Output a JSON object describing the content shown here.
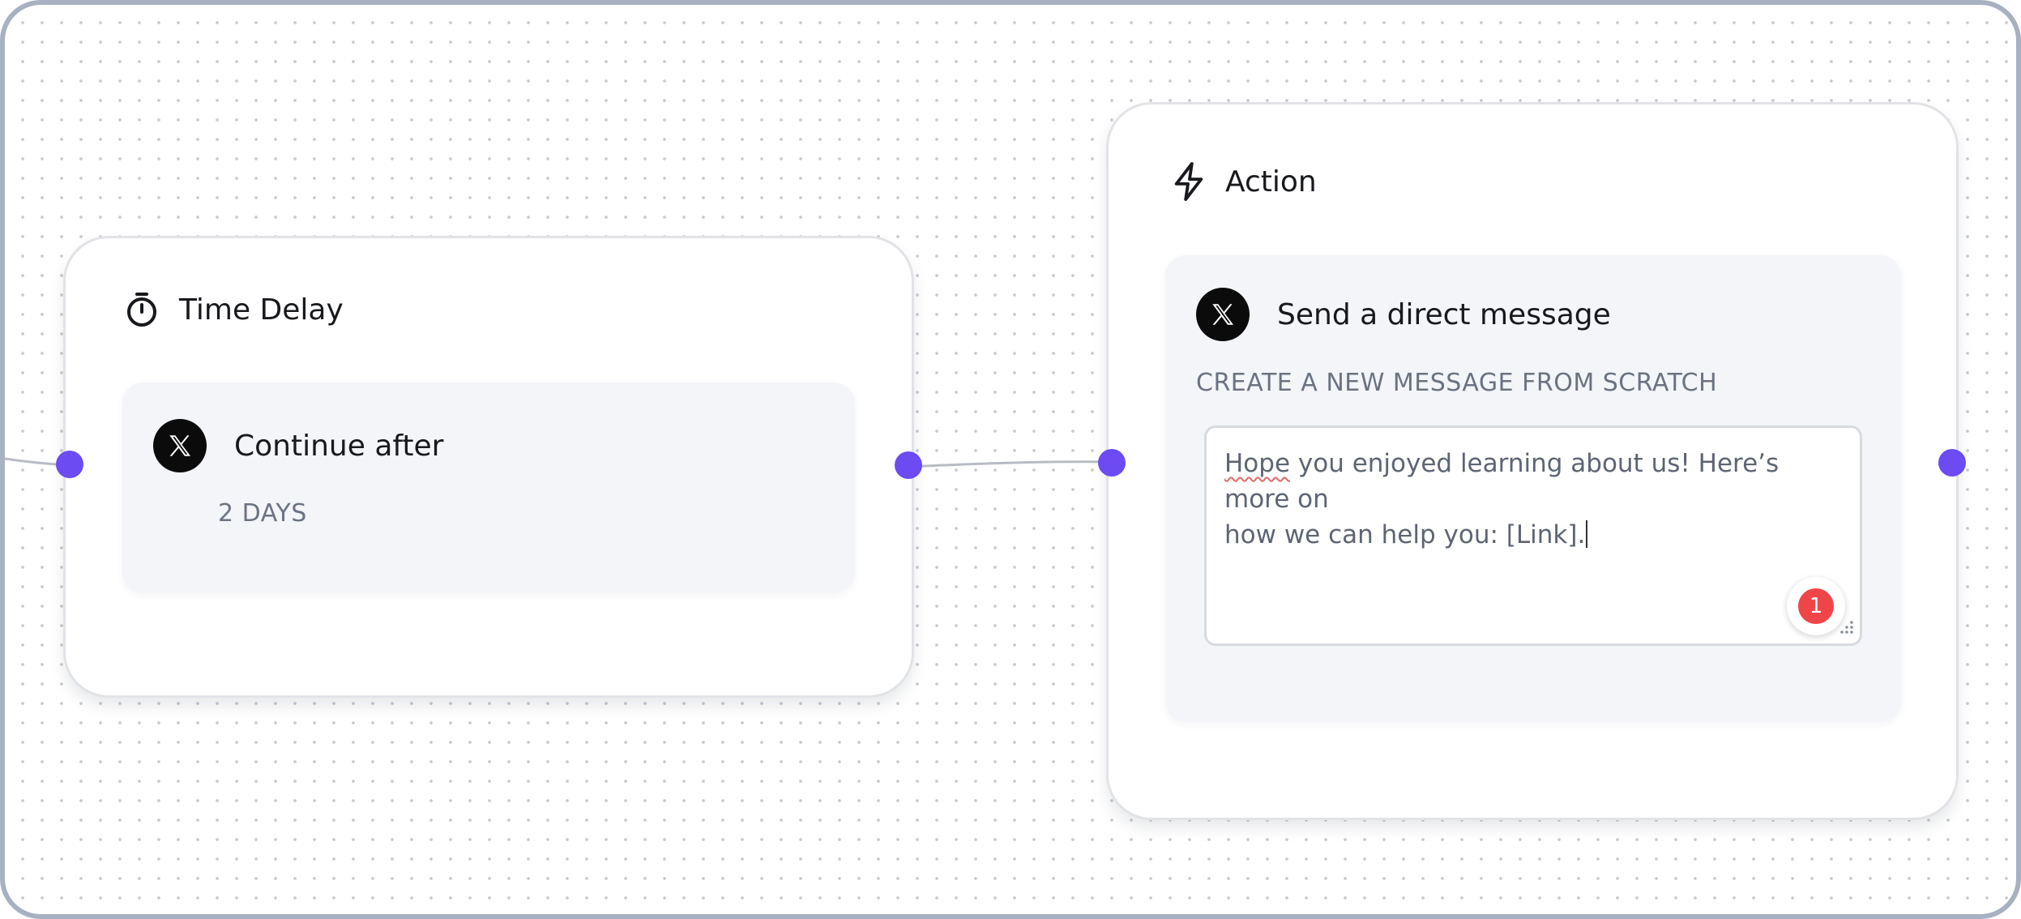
{
  "colors": {
    "handle": "#6c4bf3",
    "node_border": "#e1e3e7",
    "inner_bg": "#f3f5f8",
    "badge": "#f04548",
    "canvas_dots": "#c9cbd0"
  },
  "time_delay_node": {
    "title": "Time Delay",
    "icon": "stopwatch-icon",
    "step": {
      "platform_icon": "x-logo-icon",
      "label": "Continue after",
      "value": "2 DAYS"
    }
  },
  "action_node": {
    "title": "Action",
    "icon": "lightning-bolt-icon",
    "step": {
      "platform_icon": "x-logo-icon",
      "label": "Send a direct message",
      "mode_label": "CREATE A NEW MESSAGE FROM SCRATCH",
      "message": {
        "misspelled_word": "Hope",
        "line1_rest": " you enjoyed learning about us! Here’s more on",
        "line2": "how we can help you: [Link]."
      },
      "issue_count": "1"
    }
  }
}
